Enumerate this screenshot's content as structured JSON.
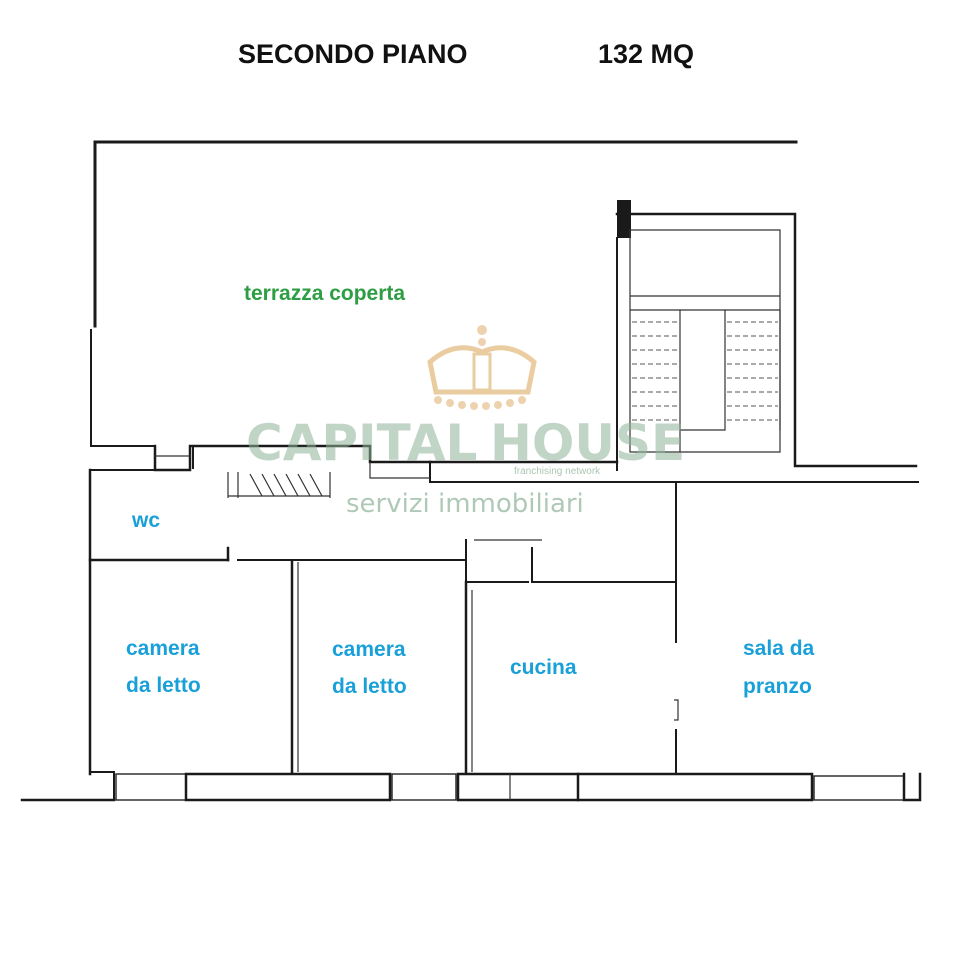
{
  "header": {
    "floor_label": "SECONDO PIANO",
    "area_label": "132 MQ"
  },
  "rooms": {
    "terrace": "terrazza coperta",
    "wc": "wc",
    "bedroom1_line1": "camera",
    "bedroom1_line2": "da letto",
    "bedroom2_line1": "camera",
    "bedroom2_line2": "da letto",
    "kitchen": "cucina",
    "dining_line1": "sala da",
    "dining_line2": "pranzo"
  },
  "watermark": {
    "brand_left": "CAPITAL",
    "brand_right": "HOUSE",
    "tagline": "franchising network",
    "subtitle": "servizi immobiliari"
  },
  "colors": {
    "room_labels": "#1aa0d8",
    "terrace_label": "#2e9e44",
    "watermark": "#8fb39a",
    "walls": "#1a1a1a"
  }
}
